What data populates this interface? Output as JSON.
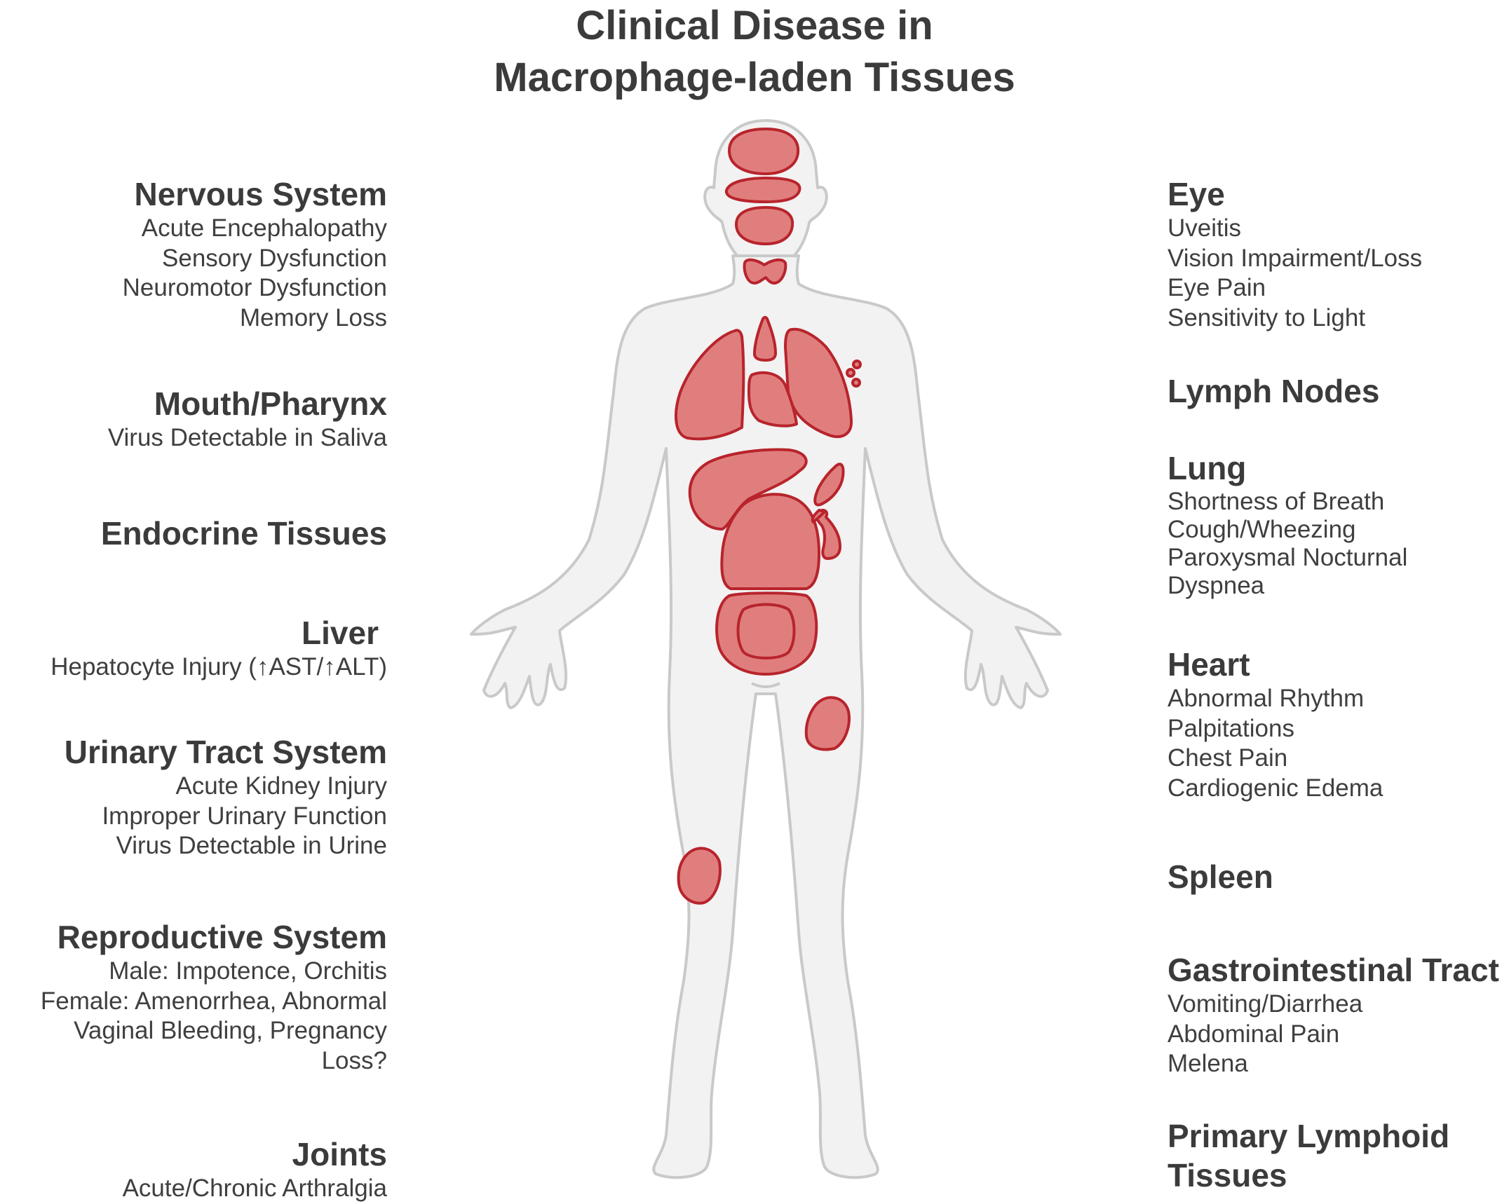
{
  "title": [
    "Clinical Disease in",
    "Macrophage-laden Tissues"
  ],
  "colors": {
    "organ_fill": "#e07e7e",
    "organ_stroke": "#b8242c",
    "body_fill": "#f2f2f2",
    "body_stroke": "#c9c9c9",
    "text": "#3b3b3b"
  },
  "left_groups": [
    {
      "heading": "Nervous System",
      "items": [
        "Acute Encephalopathy",
        "Sensory Dysfunction",
        "Neuromotor Dysfunction",
        "Memory Loss"
      ]
    },
    {
      "heading": "Mouth/Pharynx",
      "items": [
        "Virus Detectable in Saliva"
      ]
    },
    {
      "heading": "Endocrine Tissues",
      "items": []
    },
    {
      "heading": "Liver",
      "items": [
        "Hepatocyte Injury (↑AST/↑ALT)"
      ]
    },
    {
      "heading": "Urinary Tract System",
      "items": [
        "Acute Kidney Injury",
        "Improper Urinary Function",
        "Virus Detectable in Urine"
      ]
    },
    {
      "heading": "Reproductive System",
      "items": [
        "Male: Impotence, Orchitis",
        "Female: Amenorrhea, Abnormal",
        "Vaginal Bleeding, Pregnancy",
        "Loss?"
      ]
    },
    {
      "heading": "Joints",
      "items": [
        "Acute/Chronic Arthralgia"
      ]
    }
  ],
  "right_groups": [
    {
      "heading": "Eye",
      "items": [
        "Uveitis",
        "Vision Impairment/Loss",
        "Eye Pain",
        "Sensitivity to Light"
      ]
    },
    {
      "heading": "Lymph Nodes",
      "items": []
    },
    {
      "heading": "Lung",
      "items": [
        "Shortness of Breath",
        "Cough/Wheezing",
        "Paroxysmal Nocturnal",
        "Dyspnea"
      ]
    },
    {
      "heading": "Heart",
      "items": [
        "Abnormal Rhythm",
        "Palpitations",
        "Chest Pain",
        "Cardiogenic Edema"
      ]
    },
    {
      "heading": "Spleen",
      "items": []
    },
    {
      "heading": "Gastrointestinal Tract",
      "items": [
        "Vomiting/Diarrhea",
        "Abdominal Pain",
        "Melena"
      ]
    },
    {
      "heading": "Primary Lymphoid Tissues",
      "items": []
    }
  ]
}
